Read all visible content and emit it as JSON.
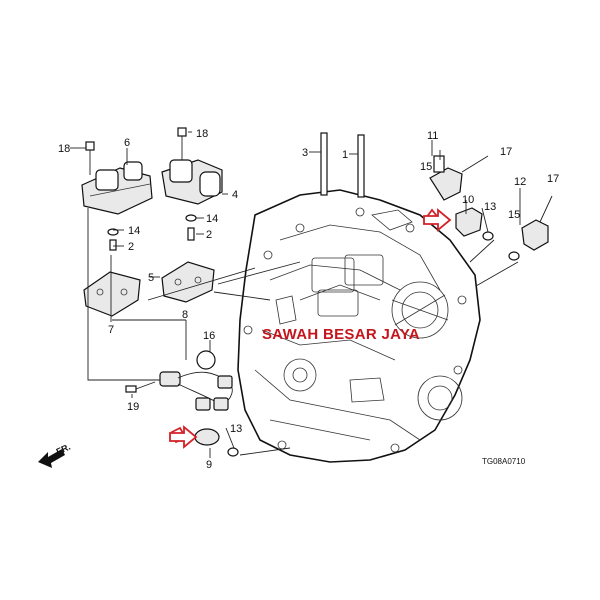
{
  "diagram": {
    "watermark": "SAWAH BESAR JAYA",
    "ref_code": "TG08A0710",
    "front_indicator": "FR.",
    "callouts": {
      "c1": "1",
      "c2": "2",
      "c3": "3",
      "c4": "4",
      "c5": "5",
      "c6": "6",
      "c7": "7",
      "c8": "8",
      "c9": "9",
      "c10": "10",
      "c11": "11",
      "c12": "12",
      "c13a": "13",
      "c13b": "13",
      "c14a": "14",
      "c14b": "14",
      "c15a": "15",
      "c15b": "15",
      "c16": "16",
      "c17a": "17",
      "c17b": "17",
      "c18a": "18",
      "c18b": "18",
      "c19": "19",
      "c2b": "2"
    },
    "colors": {
      "highlight": "#d32127",
      "watermark": "#c4161c",
      "line": "#111111"
    }
  }
}
